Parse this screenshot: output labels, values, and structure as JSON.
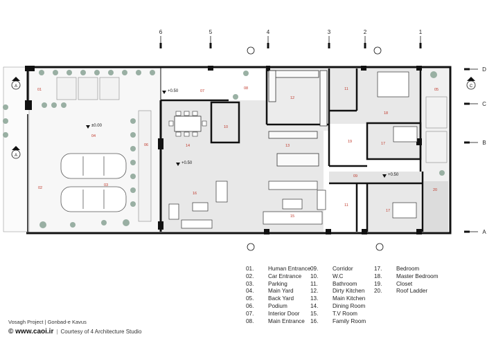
{
  "axes": {
    "vertical": [
      "6",
      "5",
      "4",
      "3",
      "2",
      "1"
    ],
    "horizontal": [
      "D",
      "C",
      "B",
      "A"
    ]
  },
  "room_tags": [
    "01",
    "02",
    "03",
    "04",
    "05",
    "06",
    "07",
    "08",
    "09",
    "10",
    "11",
    "12",
    "13",
    "14",
    "15",
    "16",
    "17",
    "18",
    "19",
    "20"
  ],
  "levels": {
    "top_level": "+0.50",
    "yard_level": "±0.00"
  },
  "section_marks": {
    "a": "A",
    "c": "C"
  },
  "legend": [
    {
      "num": "01.",
      "name": "Human Entrance"
    },
    {
      "num": "02.",
      "name": "Car Entrance"
    },
    {
      "num": "03.",
      "name": "Parking"
    },
    {
      "num": "04.",
      "name": "Main Yard"
    },
    {
      "num": "05.",
      "name": "Back Yard"
    },
    {
      "num": "06.",
      "name": "Podium"
    },
    {
      "num": "07.",
      "name": "Interior Door"
    },
    {
      "num": "08.",
      "name": "Main Entrance"
    },
    {
      "num": "09.",
      "name": "Corridor"
    },
    {
      "num": "10.",
      "name": "W.C"
    },
    {
      "num": "11.",
      "name": "Bathroom"
    },
    {
      "num": "12.",
      "name": "Dirty Kitchen"
    },
    {
      "num": "13.",
      "name": "Main Kitchen"
    },
    {
      "num": "14.",
      "name": "Dining Room"
    },
    {
      "num": "15.",
      "name": "T.V Room"
    },
    {
      "num": "16.",
      "name": "Family Room"
    },
    {
      "num": "17.",
      "name": "Bedroom"
    },
    {
      "num": "18.",
      "name": "Master Bedroom"
    },
    {
      "num": "19.",
      "name": "Closet"
    },
    {
      "num": "20.",
      "name": "Roof Ladder"
    }
  ],
  "credits": {
    "project": "Vosagh Project  |  Gonbad-e Kavus",
    "url": "© www.caoi.ir",
    "separator": "|",
    "courtesy": "Courtesy of 4 Architecture Studio"
  },
  "colors": {
    "wall": "#111111",
    "floor": "#e8e8e8",
    "tag": "#c0392b",
    "plant": "#8fa89a"
  }
}
